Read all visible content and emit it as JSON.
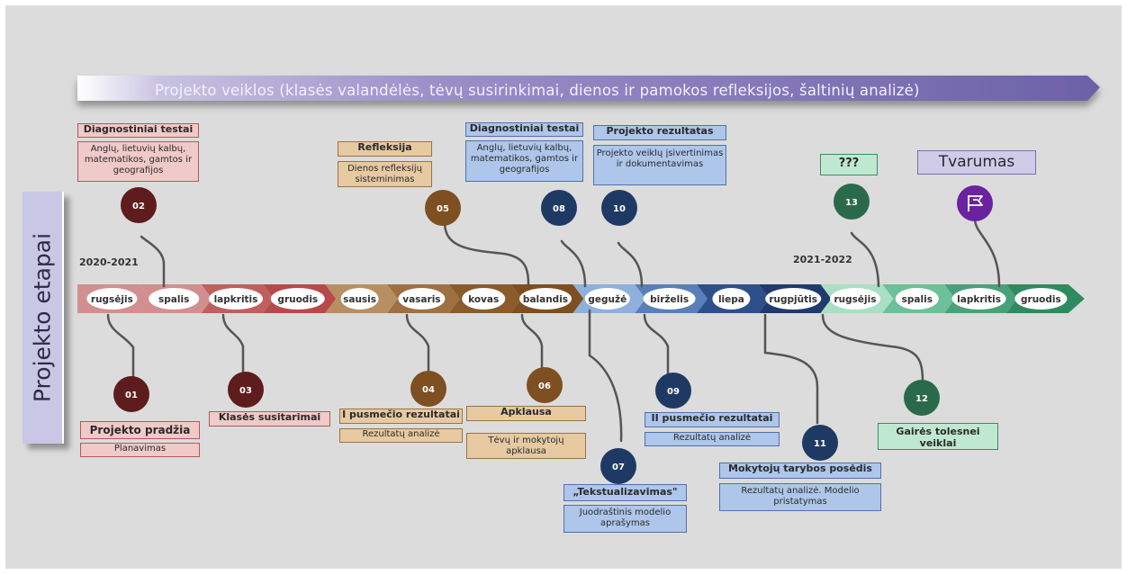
{
  "banner": {
    "text": "Projekto veiklos (klasės valandėlės, tėvų susirinkimai, dienos ir pamokos refleksijos, šaltinių analizė)"
  },
  "side_title": "Projekto etapai",
  "years": {
    "first": "2020-2021",
    "second": "2021-2022"
  },
  "months": [
    {
      "label": "rugsėjis",
      "color": "#d28f8f"
    },
    {
      "label": "spalis",
      "color": "#d28f8f"
    },
    {
      "label": "lapkritis",
      "color": "#c0605e"
    },
    {
      "label": "gruodis",
      "color": "#b64a4a"
    },
    {
      "label": "sausis",
      "color": "#b78f63"
    },
    {
      "label": "vasaris",
      "color": "#9e7042"
    },
    {
      "label": "kovas",
      "color": "#8a5c2c"
    },
    {
      "label": "balandis",
      "color": "#7e4f20"
    },
    {
      "label": "gegužė",
      "color": "#8fb0da"
    },
    {
      "label": "birželis",
      "color": "#5a7fb8"
    },
    {
      "label": "liepa",
      "color": "#2f4f8a"
    },
    {
      "label": "rugpjūtis",
      "color": "#203a6e"
    },
    {
      "label": "rugsėjis",
      "color": "#aadfc4"
    },
    {
      "label": "spalis",
      "color": "#6cc09a"
    },
    {
      "label": "lapkritis",
      "color": "#48a17a"
    },
    {
      "label": "gruodis",
      "color": "#2f8a60"
    }
  ],
  "milestones": [
    {
      "num": "01",
      "color": "#5e1c1c"
    },
    {
      "num": "02",
      "color": "#5e1c1c"
    },
    {
      "num": "03",
      "color": "#5e1c1c"
    },
    {
      "num": "04",
      "color": "#7e4f20"
    },
    {
      "num": "05",
      "color": "#7e4f20"
    },
    {
      "num": "06",
      "color": "#7e4f20"
    },
    {
      "num": "07",
      "color": "#1e3a64"
    },
    {
      "num": "08",
      "color": "#1e3a64"
    },
    {
      "num": "09",
      "color": "#1e3a64"
    },
    {
      "num": "10",
      "color": "#1e3a64"
    },
    {
      "num": "11",
      "color": "#1e3a64"
    },
    {
      "num": "12",
      "color": "#2a6a4a"
    },
    {
      "num": "13",
      "color": "#2a6a4a"
    },
    {
      "icon": "flag-icon",
      "color": "#6a22a0"
    }
  ],
  "labels": {
    "m02_title": "Diagnostiniai testai",
    "m02_desc": "Anglų, lietuvių kalbų, matematikos, gamtos ir geografijos",
    "m05_title": "Refleksija",
    "m05_desc": "Dienos refleksijų sisteminimas",
    "m08_title": "Diagnostiniai testai",
    "m08_desc": "Anglų, lietuvių kalbų, matematikos, gamtos ir geografijos",
    "m10_title": "Projekto rezultatas",
    "m10_desc": "Projekto veiklų įsivertinimas ir dokumentavimas",
    "m13_title": "???",
    "m14_title": "Tvarumas",
    "m01_title": "Projekto pradžia",
    "m01_desc": "Planavimas",
    "m03_title": "Klasės susitarimai",
    "m04_title": "I pusmečio rezultatai",
    "m04_desc": "Rezultatų analizė",
    "m06_title": "Apklausa",
    "m06_desc": "Tėvų ir mokytojų apklausa",
    "m07_title": "„Tekstualizavimas\"",
    "m07_desc": "Juodraštinis modelio aprašymas",
    "m09_title": "II pusmečio rezultatai",
    "m09_desc": "Rezultatų analizė",
    "m11_title": "Mokytojų tarybos posėdis",
    "m11_desc": "Rezultatų analizė. Modelio pristatymas",
    "m12_title": "Gairės tolesnei veiklai"
  }
}
